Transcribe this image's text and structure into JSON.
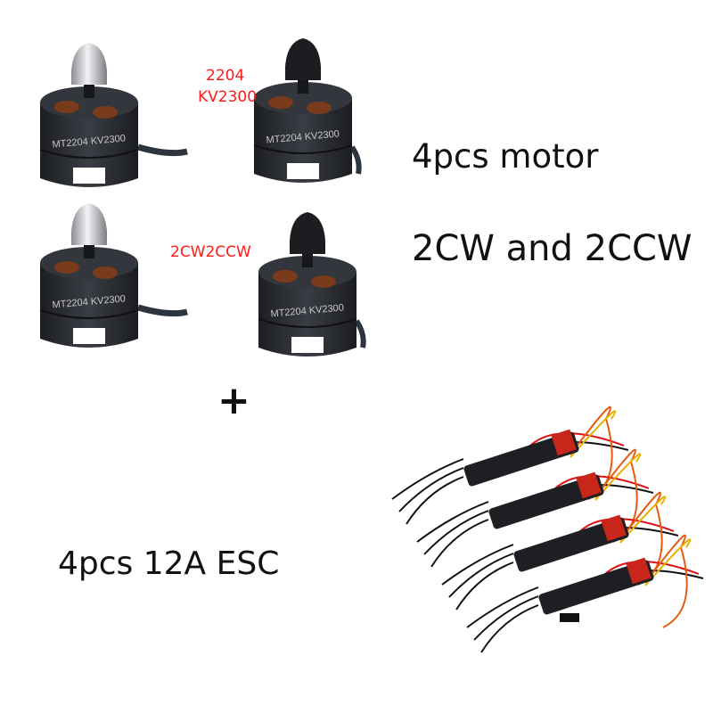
{
  "labels": {
    "size_spec": "2204",
    "kv_spec": "KV2300",
    "rotation_spec": "2CW2CCW",
    "motor_count": "4pcs motor",
    "rotation_detail": "2CW and 2CCW",
    "plus": "+",
    "esc_count": "4pcs 12A ESC"
  },
  "motor_engraving": "MT2204 KV2300",
  "motors": [
    {
      "nut": "silver"
    },
    {
      "nut": "black"
    },
    {
      "nut": "silver"
    },
    {
      "nut": "black"
    }
  ],
  "esc_count_drawn": 4,
  "colors": {
    "accent_red": "#ff1a1a",
    "motor_body": "#2a2d33",
    "esc_label": "#d42a1a"
  }
}
